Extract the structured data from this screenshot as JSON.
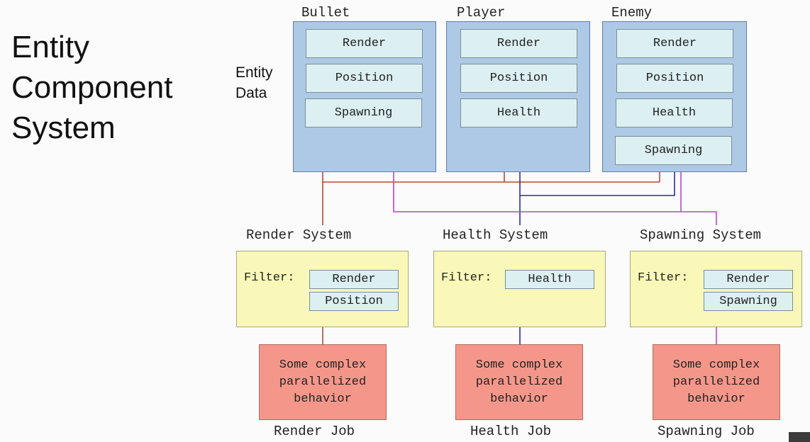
{
  "title": {
    "line1": "Entity",
    "line2": "Component",
    "line3": "System"
  },
  "side_label": {
    "line1": "Entity",
    "line2": "Data"
  },
  "entities": {
    "bullet": {
      "name": "Bullet",
      "c1": "Render",
      "c2": "Position",
      "c3": "Spawning"
    },
    "player": {
      "name": "Player",
      "c1": "Render",
      "c2": "Position",
      "c3": "Health"
    },
    "enemy": {
      "name": "Enemy",
      "c1": "Render",
      "c2": "Position",
      "c3": "Health",
      "c4": "Spawning"
    }
  },
  "systems": {
    "render": {
      "name": "Render System",
      "filter_label": "Filter:",
      "f1": "Render",
      "f2": "Position"
    },
    "health": {
      "name": "Health System",
      "filter_label": "Filter:",
      "f1": "Health"
    },
    "spawning": {
      "name": "Spawning System",
      "filter_label": "Filter:",
      "f1": "Render",
      "f2": "Spawning"
    }
  },
  "jobs": {
    "render": {
      "line1": "Some complex",
      "line2": "parallelized",
      "line3": "behavior",
      "name": "Render Job"
    },
    "health": {
      "line1": "Some complex",
      "line2": "parallelized",
      "line3": "behavior",
      "name": "Health Job"
    },
    "spawning": {
      "line1": "Some complex",
      "line2": "parallelized",
      "line3": "behavior",
      "name": "Spawning Job"
    }
  },
  "colors": {
    "render_wire": "#b9473b",
    "health_wire": "#2d2d9e",
    "spawning_wire": "#b848c8"
  }
}
